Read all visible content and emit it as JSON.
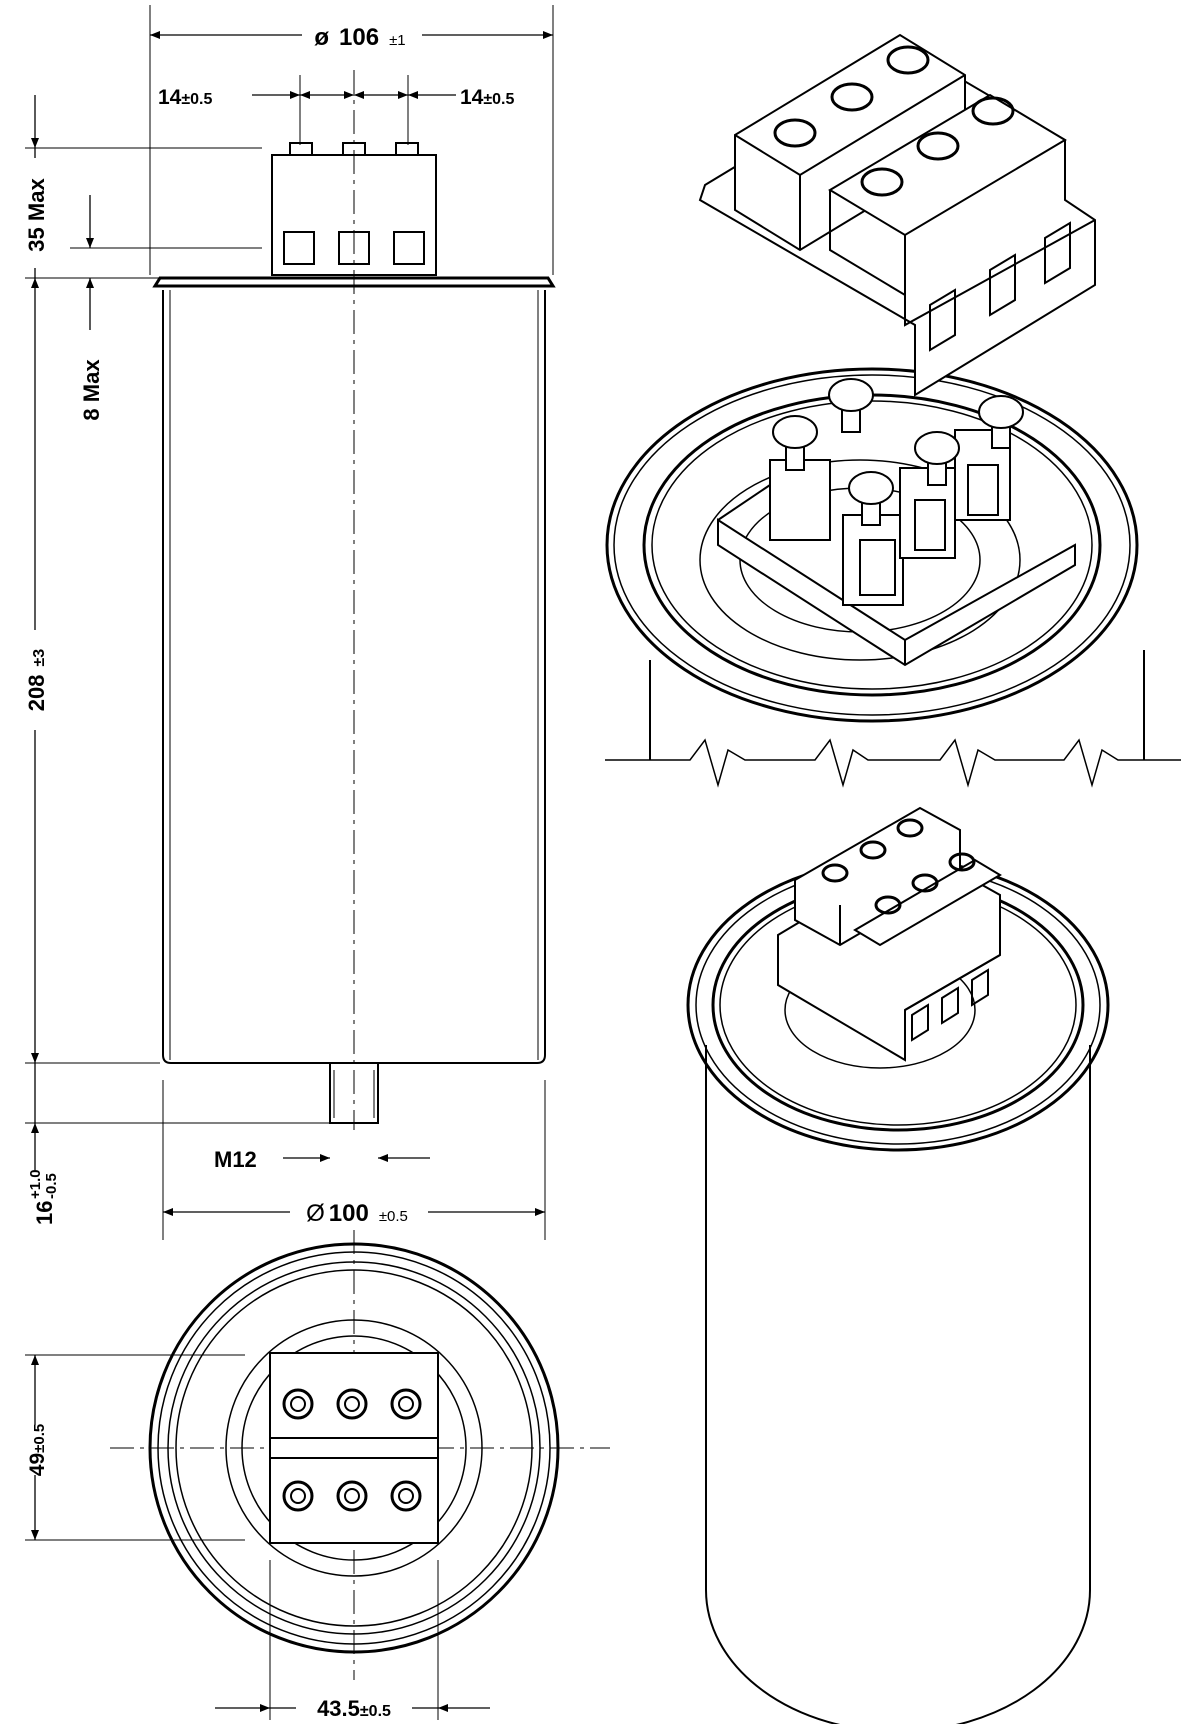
{
  "dimensions": {
    "dia_overall": {
      "symbol": "ø",
      "value": "106",
      "tolerance": "±1"
    },
    "terminal_pitch_left": {
      "value": "14",
      "tolerance": "±0.5"
    },
    "terminal_pitch_right": {
      "value": "14",
      "tolerance": "±0.5"
    },
    "terminal_height": "35 Max",
    "lid_height": "8 Max",
    "body_height": {
      "value": "208",
      "tolerance": "±3"
    },
    "stud_length": {
      "value": "16",
      "tol_upper": "+1.0",
      "tol_lower": "-0.5"
    },
    "stud_thread": "M12",
    "dia_can": {
      "symbol": "Ø",
      "value": "100",
      "tolerance": "±0.5"
    },
    "terminal_block_depth": {
      "value": "49",
      "tolerance": "±0.5"
    },
    "terminal_block_width": {
      "value": "43.5",
      "tolerance": "±0.5"
    }
  },
  "views": [
    "front-elevation",
    "top-plan",
    "isometric-terminal-detail",
    "isometric-overall"
  ],
  "colors": {
    "line": "#000000",
    "background": "#ffffff"
  }
}
